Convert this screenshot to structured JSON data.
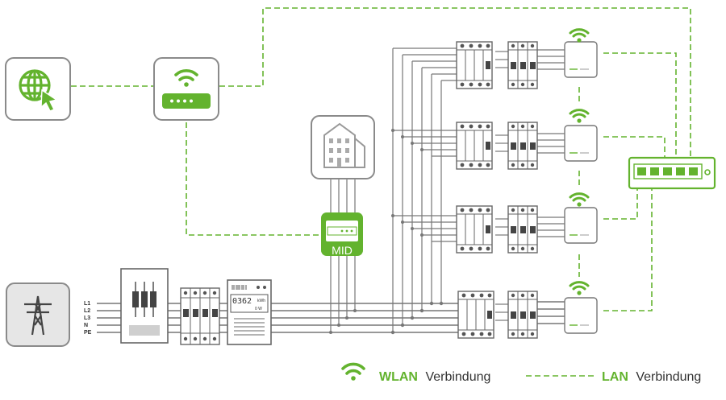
{
  "phase_labels": [
    "L1",
    "L2",
    "L3",
    "N",
    "PE"
  ],
  "meter": {
    "digits": "0362",
    "unit": "kWh",
    "sub": "0 W"
  },
  "mid_label": "MID",
  "legend": {
    "wlan_strong": "WLAN",
    "wlan_text": "Verbindung",
    "lan_strong": "LAN",
    "lan_text": "Verbindung"
  },
  "colors": {
    "green": "#63b32e",
    "gray": "#6b6b6b",
    "box_border": "#8a8a8a",
    "light_fill": "#e0e0e0"
  },
  "icons": [
    "globe-cursor-icon",
    "router-icon",
    "building-icon",
    "power-tower-icon",
    "wifi-icon",
    "network-switch-icon"
  ]
}
